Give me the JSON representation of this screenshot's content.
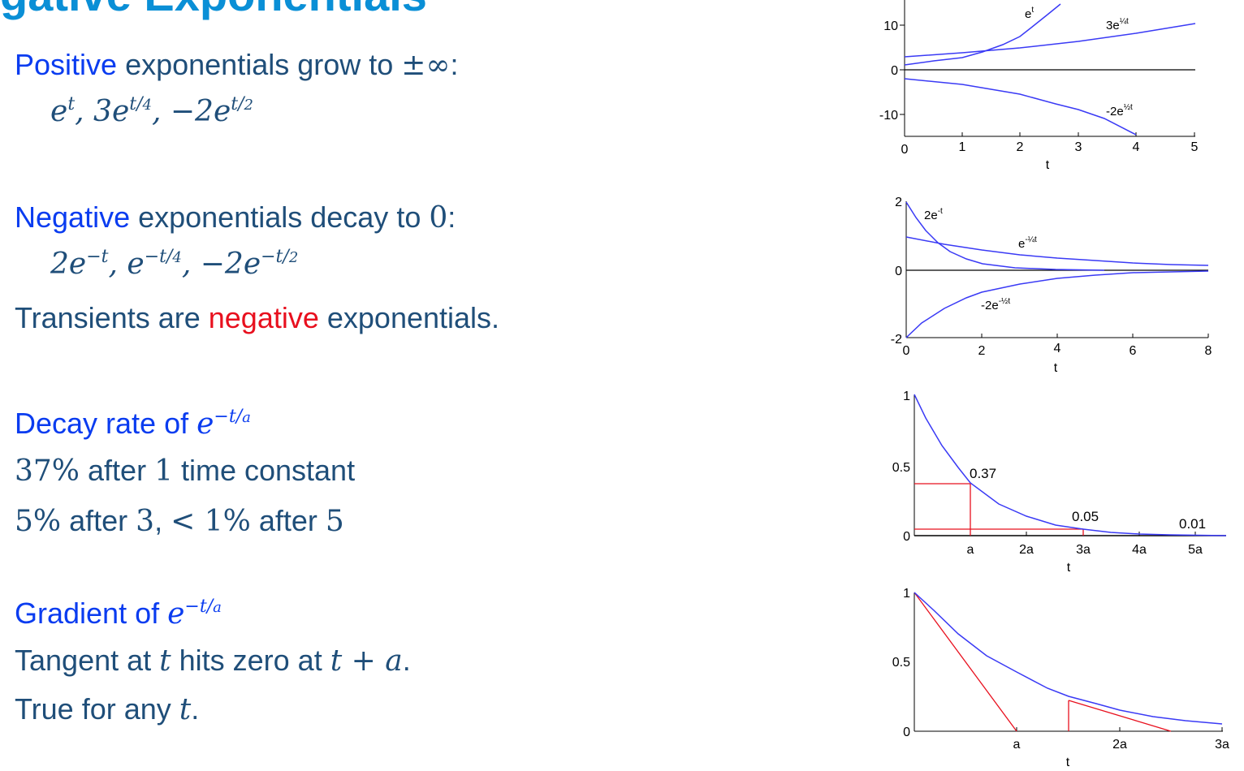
{
  "title": "gative Exponentials",
  "s1": {
    "lead": "Positive",
    "rest": " exponentials grow to ",
    "pm": "±∞",
    "colon": ":",
    "exprs": [
      "e",
      "t",
      ", 3e",
      "t",
      "/",
      "4",
      ", −2e",
      "t",
      "/",
      "2"
    ]
  },
  "s2": {
    "lead": "Negative",
    "rest": " exponentials decay to ",
    "zero": "0",
    "colon": ":",
    "exprs": [
      "2e",
      "−t",
      ", e",
      "−t",
      "/",
      "4",
      ", −2e",
      "−t",
      "/",
      "2"
    ]
  },
  "s3": {
    "a": "Transients are ",
    "b": "negative",
    "c": " exponentials."
  },
  "s4": {
    "lead": "Decay rate of ",
    "e": "e",
    "exp": "−t",
    "slash": "/",
    "a": "a",
    "l1a": "37%",
    "l1b": " after ",
    "l1c": "1",
    "l1d": " time constant",
    "l2a": "5%",
    "l2b": " after ",
    "l2c": "3",
    "l2d": ", ",
    "l2e": "< 1%",
    "l2f": " after ",
    "l2g": "5"
  },
  "s5": {
    "lead": "Gradient of ",
    "e": "e",
    "exp": "−t",
    "slash": "/",
    "a": "a",
    "l1a": "Tangent at ",
    "l1b": "t",
    "l1c": " hits zero at ",
    "l1d": "t + a",
    "l1e": ".",
    "l2a": "True for any ",
    "l2b": "t",
    "l2c": "."
  },
  "charts": {
    "c1": {
      "yticks": [
        "10",
        "0",
        "-10"
      ],
      "xticks": [
        "0",
        "1",
        "2",
        "3",
        "4",
        "5"
      ],
      "xlabel": "t",
      "labels": [
        "e",
        "t",
        "3e",
        "¼t",
        "-2e",
        "½t"
      ]
    },
    "c2": {
      "yticks": [
        "2",
        "0",
        "-2"
      ],
      "xticks": [
        "0",
        "2",
        "4",
        "6",
        "8"
      ],
      "xlabel": "t",
      "labels": [
        "2e",
        "-t",
        "e",
        "-¼t",
        "-2e",
        "-½t"
      ]
    },
    "c3": {
      "yticks": [
        "1",
        "0.5",
        "0"
      ],
      "xticks": [
        "a",
        "2a",
        "3a",
        "4a",
        "5a"
      ],
      "xlabel": "t",
      "annotations": [
        "0.37",
        "0.05",
        "0.01"
      ]
    },
    "c4": {
      "yticks": [
        "1",
        "0.5",
        "0"
      ],
      "xticks": [
        "a",
        "2a",
        "3a"
      ],
      "xlabel": "t"
    }
  },
  "colors": {
    "curve": "#3a3af5",
    "accent": "#e8101e",
    "heading": "#0a8fd6",
    "body": "#1f4e79",
    "keyword": "#0a3cf0"
  },
  "chart_data": [
    {
      "type": "line",
      "xlim": [
        0,
        5
      ],
      "ylim": [
        -15,
        15
      ],
      "series": [
        {
          "name": "e^t",
          "x": [
            0,
            1,
            2,
            2.7
          ],
          "y": [
            1,
            2.7,
            7.4,
            14.9
          ]
        },
        {
          "name": "3e^(¼t)",
          "x": [
            0,
            1,
            2,
            3,
            4,
            5
          ],
          "y": [
            3,
            3.85,
            4.95,
            6.35,
            8.15,
            10.47
          ]
        },
        {
          "name": "-2e^(½t)",
          "x": [
            0,
            1,
            2,
            3,
            4
          ],
          "y": [
            -2,
            -3.3,
            -5.44,
            -8.96,
            -14.78
          ]
        }
      ]
    },
    {
      "type": "line",
      "xlim": [
        0,
        8
      ],
      "ylim": [
        -2,
        2
      ],
      "series": [
        {
          "name": "2e^(-t)",
          "x": [
            0,
            1,
            2,
            4,
            8
          ],
          "y": [
            2,
            0.74,
            0.27,
            0.04,
            0
          ]
        },
        {
          "name": "e^(-¼t)",
          "x": [
            0,
            2,
            4,
            6,
            8
          ],
          "y": [
            1,
            0.61,
            0.37,
            0.22,
            0.14
          ]
        },
        {
          "name": "-2e^(-½t)",
          "x": [
            0,
            2,
            4,
            6,
            8
          ],
          "y": [
            -2,
            -0.74,
            -0.27,
            -0.1,
            -0.04
          ]
        }
      ]
    },
    {
      "type": "line",
      "xlim": [
        0,
        5.5
      ],
      "ylim": [
        0,
        1
      ],
      "series": [
        {
          "name": "e^(-t/a)",
          "x": [
            0,
            1,
            2,
            3,
            4,
            5
          ],
          "y": [
            1,
            0.37,
            0.14,
            0.05,
            0.02,
            0.01
          ]
        }
      ]
    },
    {
      "type": "line",
      "xlim": [
        0,
        3
      ],
      "ylim": [
        0,
        1
      ],
      "series": [
        {
          "name": "e^(-t/a)",
          "x": [
            0,
            1,
            1.5,
            2,
            3
          ],
          "y": [
            1,
            0.37,
            0.22,
            0.14,
            0.05
          ]
        }
      ]
    }
  ]
}
